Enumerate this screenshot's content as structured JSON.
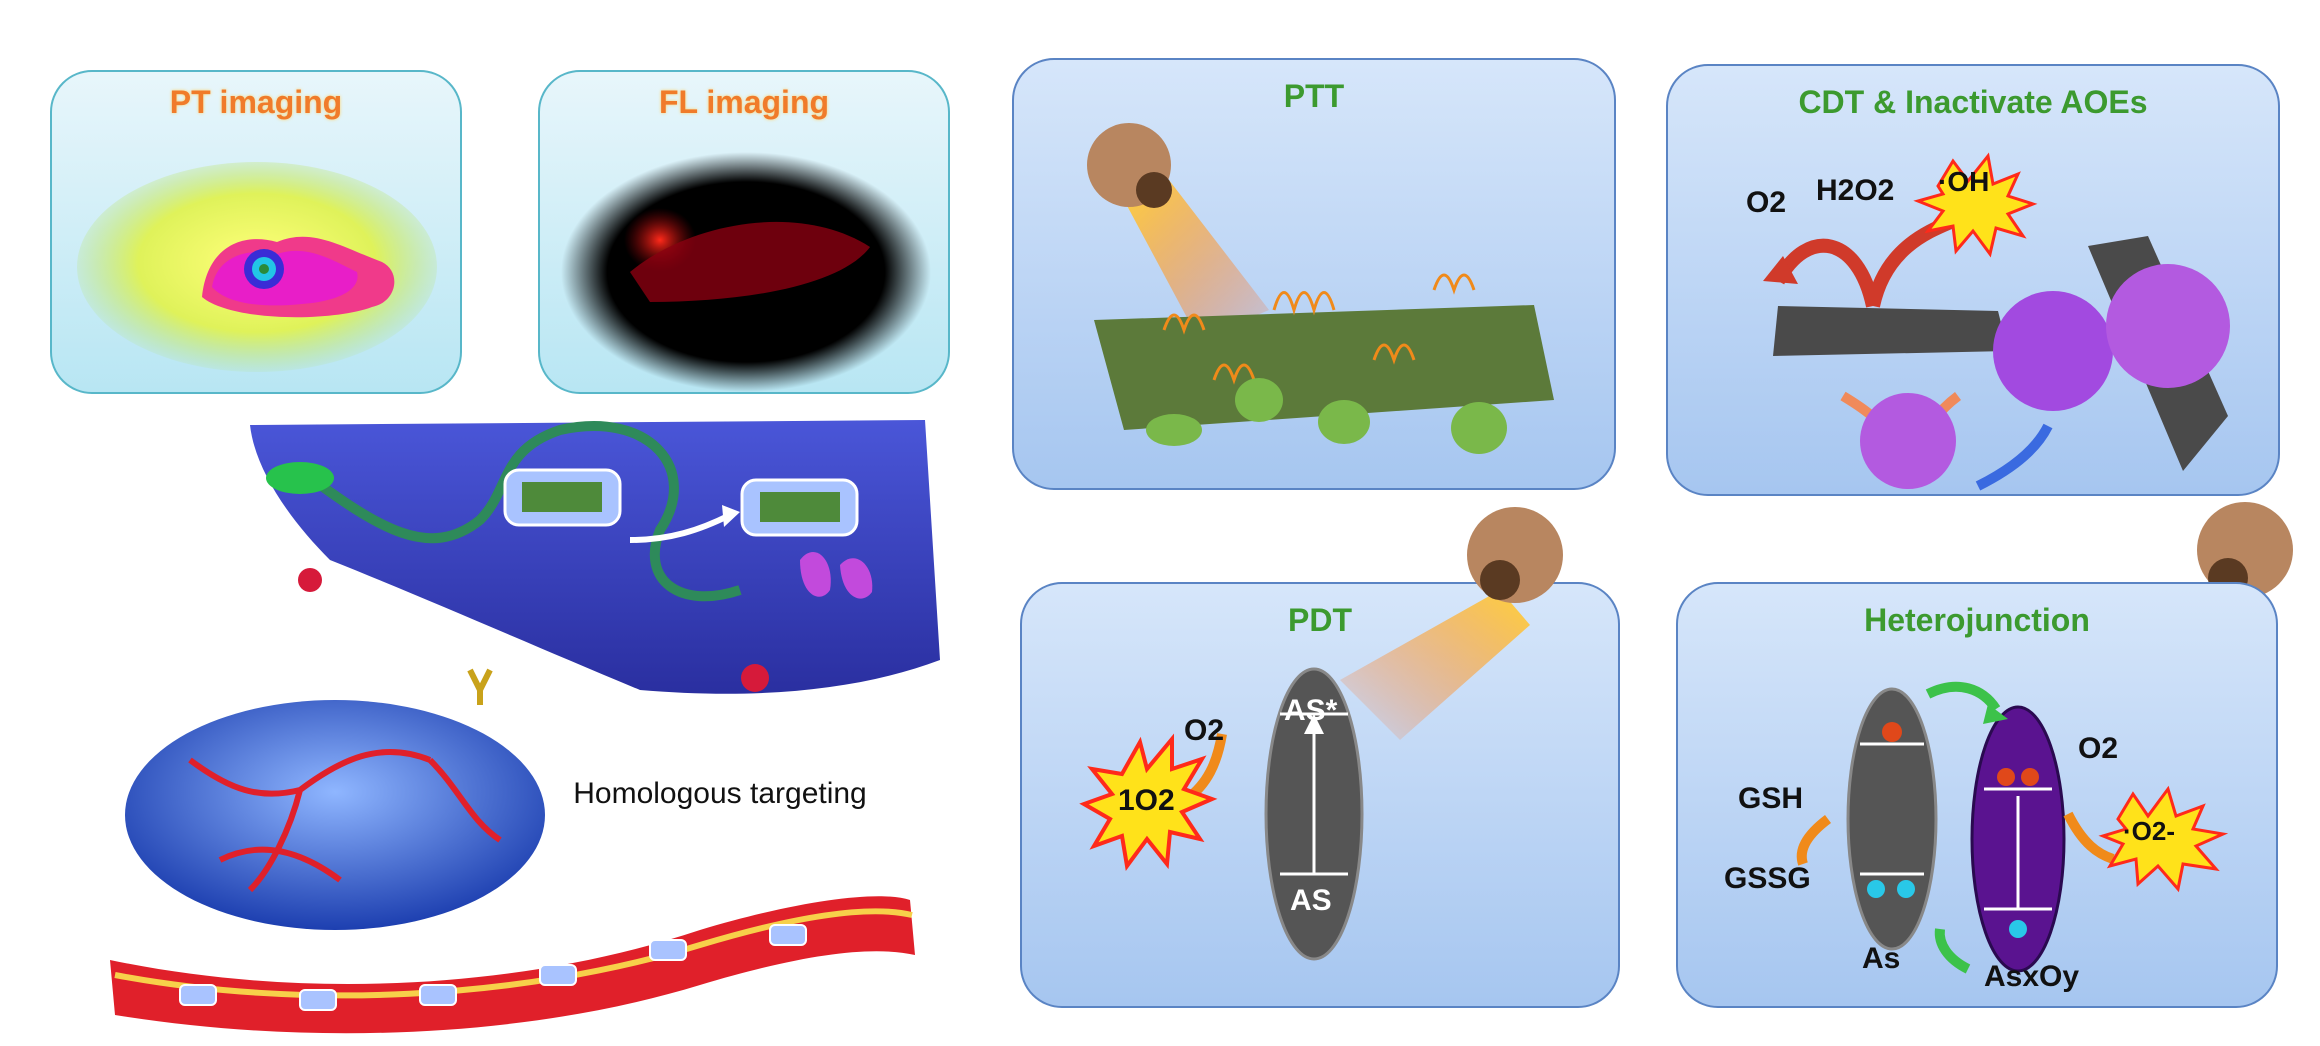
{
  "imaging": {
    "pt_title": "PT imaging",
    "fl_title": "FL imaging"
  },
  "cell": {
    "homologous_label": "Homologous targeting"
  },
  "therapy": {
    "ptt_title": "PTT",
    "cdt_title": "CDT & Inactivate AOEs",
    "pdt_title": "PDT",
    "hetero_title": "Heterojunction"
  },
  "cdt": {
    "o2": "O2",
    "h2o2": "H2O2",
    "oh": "·OH"
  },
  "pdt": {
    "o2": "O2",
    "singlet_o2": "1O2",
    "as_excited": "AS*",
    "as_ground": "AS"
  },
  "hetero": {
    "gsh": "GSH",
    "gssg": "GSSG",
    "as": "As",
    "asxoy": "AsxOy",
    "o2": "O2",
    "superoxide": "·O2-"
  },
  "colors": {
    "imaging_border": "#58b7c9",
    "therapy_border": "#5a84c4",
    "title_green": "#3c9a2f",
    "title_orange": "#f07b2a"
  }
}
